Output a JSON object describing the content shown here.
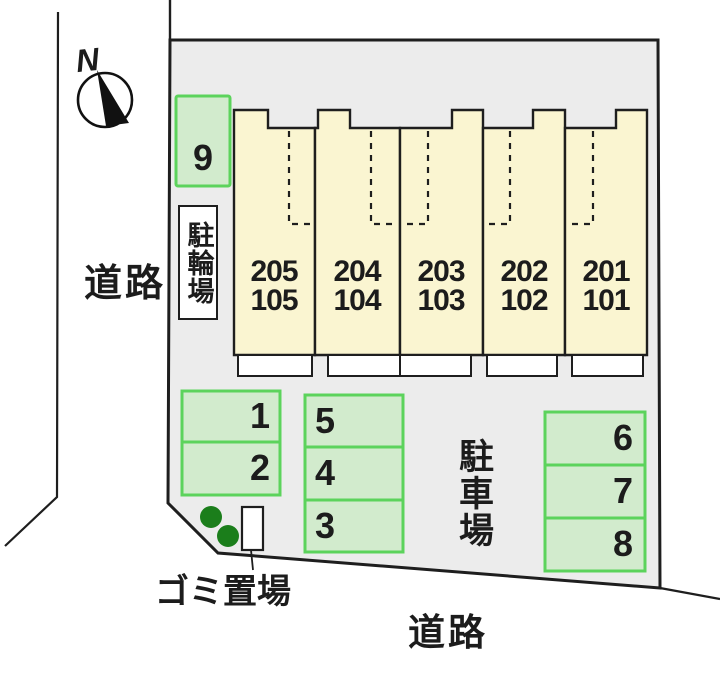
{
  "plan": {
    "compass_label": "N",
    "road_left": "道路",
    "road_bottom": "道路",
    "bicycle_parking": "駐輪場",
    "parking_lot": "駐車場",
    "garbage_area": "ゴミ置場",
    "building_units": [
      {
        "upper": "205",
        "lower": "105"
      },
      {
        "upper": "204",
        "lower": "104"
      },
      {
        "upper": "203",
        "lower": "103"
      },
      {
        "upper": "202",
        "lower": "102"
      },
      {
        "upper": "201",
        "lower": "101"
      }
    ],
    "parking_spaces": {
      "space_9": "9",
      "column_left": [
        "1",
        "2"
      ],
      "column_middle": [
        "5",
        "4",
        "3"
      ],
      "column_right": [
        "6",
        "7",
        "8"
      ]
    },
    "colors": {
      "plot_fill": "#ececec",
      "building_fill": "#faf5d1",
      "space_fill": "#d2ebcd",
      "space_border": "#5cd35c",
      "tree_green": "#1b7e1b",
      "line": "#1e1e1e"
    }
  }
}
